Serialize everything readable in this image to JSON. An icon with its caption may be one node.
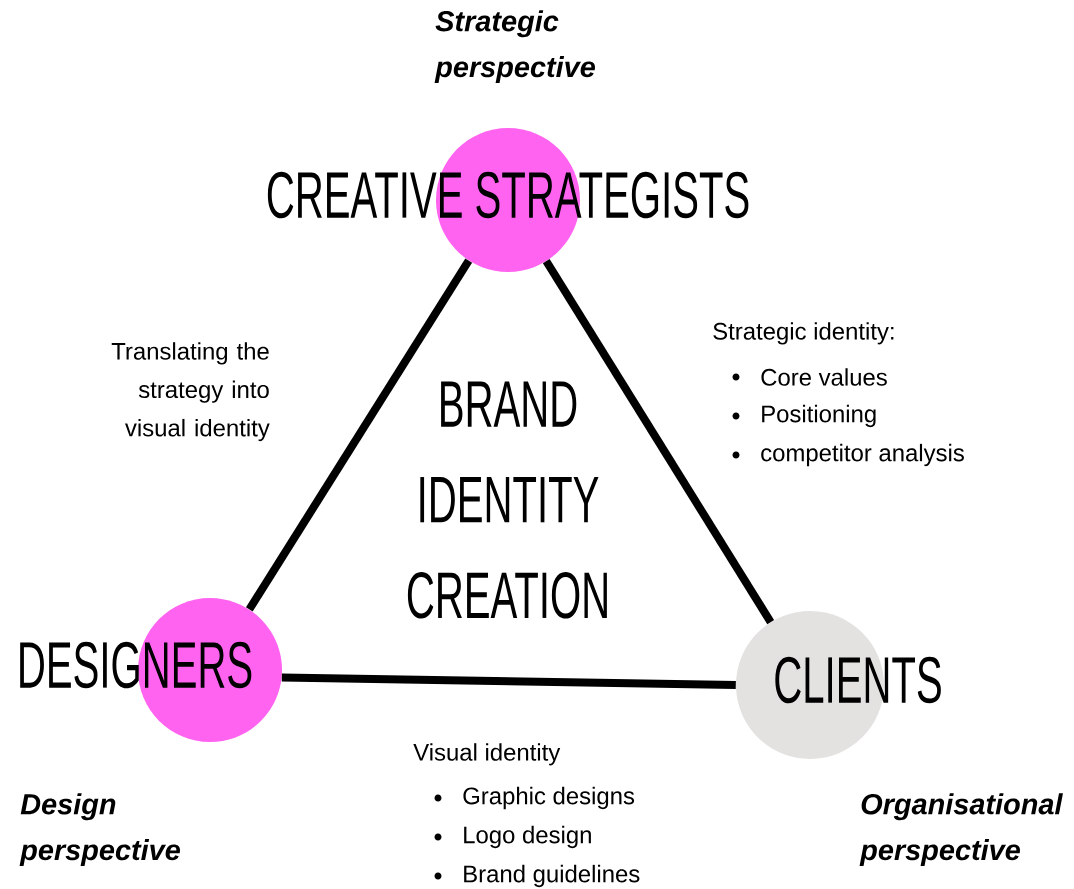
{
  "diagram": {
    "nodes": [
      {
        "text": [
          "CREATIVE STRATEGISTS"
        ],
        "beside": [
          "Strategic perspective"
        ]
      },
      {
        "text": [
          "DESIGNERS"
        ],
        "beside": [
          "Design perspective"
        ]
      },
      {
        "text": [
          "CLIENTS"
        ],
        "beside": [
          "Organisational perspective"
        ]
      }
    ],
    "edges": [
      {
        "from": 0,
        "to": 1,
        "arrow": "none"
      },
      {
        "from": 0,
        "to": 2,
        "arrow": "none"
      },
      {
        "from": 1,
        "to": 2,
        "arrow": "none"
      }
    ],
    "labels": [
      "BRAND IDENTITY CREATION",
      "Translating the strategy into visual identity",
      "Strategic identity:",
      "Core values",
      "Positioning",
      "competitor analysis",
      "Visual identity",
      "Graphic designs",
      "Logo design",
      "Brand guidelines"
    ]
  }
}
